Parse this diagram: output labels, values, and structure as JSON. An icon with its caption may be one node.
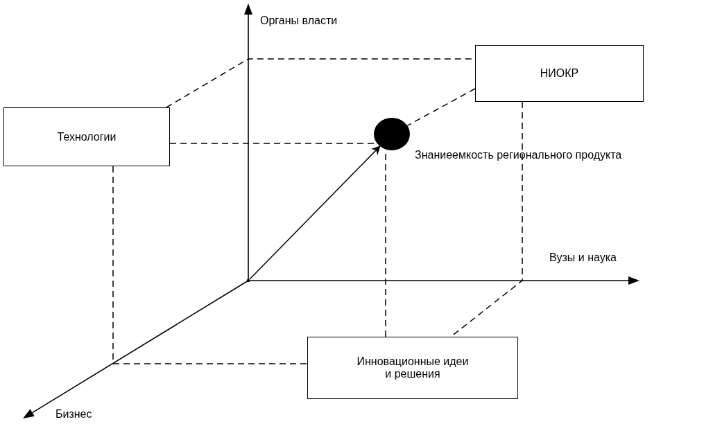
{
  "diagram": {
    "nodes": [
      {
        "text": [
          "Технологии"
        ]
      },
      {
        "text": [
          "НИОКР"
        ]
      },
      {
        "text": [
          "Инновационные идеи и решения"
        ]
      },
      {
        "text": [],
        "shape": "circle",
        "beside": [
          "Знаниеемкость регионального продукта"
        ]
      },
      {
        "text": [],
        "shape": "point"
      }
    ],
    "edges": [
      {
        "from": 0,
        "to": 3,
        "arrow": "none",
        "style": "dashed"
      },
      {
        "from": 1,
        "to": 3,
        "arrow": "none",
        "style": "dashed"
      },
      {
        "from": 2,
        "to": 3,
        "arrow": "none",
        "style": "dashed"
      },
      {
        "from": 0,
        "to": 1,
        "arrow": "none",
        "style": "dashed"
      },
      {
        "from": 0,
        "to": 2,
        "arrow": "none",
        "style": "dashed"
      },
      {
        "from": 1,
        "to": 2,
        "arrow": "none",
        "style": "dashed"
      },
      {
        "from": 4,
        "to": 3,
        "arrow": "to"
      }
    ],
    "labels": [
      "Органы власти",
      "Вузы и наука",
      "Бизнес"
    ]
  }
}
